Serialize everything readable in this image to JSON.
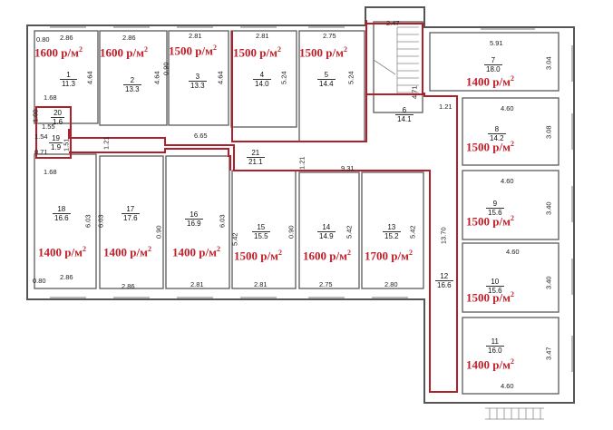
{
  "price_unit": "р/м",
  "price_unit_sup": "2",
  "rooms": [
    {
      "id": "r1",
      "number": "1",
      "area": "11.3",
      "price": "1600"
    },
    {
      "id": "r2",
      "number": "2",
      "area": "13.3",
      "price": "1600"
    },
    {
      "id": "r3",
      "number": "3",
      "area": "13.3",
      "price": "1500"
    },
    {
      "id": "r4",
      "number": "4",
      "area": "14.0",
      "price": "1500"
    },
    {
      "id": "r5",
      "number": "5",
      "area": "14.4",
      "price": "1500"
    },
    {
      "id": "r6",
      "number": "6",
      "area": "14.1",
      "price": ""
    },
    {
      "id": "r7",
      "number": "7",
      "area": "18.0",
      "price": "1400"
    },
    {
      "id": "r8",
      "number": "8",
      "area": "14.2",
      "price": "1500"
    },
    {
      "id": "r9",
      "number": "9",
      "area": "15.6",
      "price": "1500"
    },
    {
      "id": "r10",
      "number": "10",
      "area": "15.6",
      "price": "1500"
    },
    {
      "id": "r11",
      "number": "11",
      "area": "16.0",
      "price": "1400"
    },
    {
      "id": "r12",
      "number": "12",
      "area": "16.6",
      "price": ""
    },
    {
      "id": "r13",
      "number": "13",
      "area": "15.2",
      "price": "1700"
    },
    {
      "id": "r14",
      "number": "14",
      "area": "14.9",
      "price": "1600"
    },
    {
      "id": "r15",
      "number": "15",
      "area": "15.5",
      "price": "1500"
    },
    {
      "id": "r16",
      "number": "16",
      "area": "16.9",
      "price": "1400"
    },
    {
      "id": "r17",
      "number": "17",
      "area": "17.6",
      "price": "1400"
    },
    {
      "id": "r18",
      "number": "18",
      "area": "16.6",
      "price": "1400"
    },
    {
      "id": "r19",
      "number": "19",
      "area": "1.9",
      "price": ""
    },
    {
      "id": "r20",
      "number": "20",
      "area": "1.6",
      "price": ""
    },
    {
      "id": "r21",
      "number": "21",
      "area": "21.1",
      "price": ""
    }
  ],
  "dimensions": {
    "top_2_86a": "2.86",
    "top_2_86b": "2.86",
    "top_2_81a": "2.81",
    "top_2_81b": "2.81",
    "top_2_75": "2.75",
    "top_2_47": "2.47",
    "top_5_91": "5.91",
    "v_4_64a": "4.64",
    "v_4_64b": "4.64",
    "v_4_64c": "4.64",
    "v_5_24a": "5.24",
    "v_5_24b": "5.24",
    "v_0_90a": "0.90",
    "v_3_04": "3.04",
    "v_4_71": "4.71",
    "d_1_68a": "1.68",
    "d_1_68b": "1.68",
    "d_1_00": "1.00",
    "d_1_55": "1.55",
    "d_1_54": "1.54",
    "d_1_51": "1.51",
    "d_0_71": "0.71",
    "d_0_80": "0.80",
    "d_1_21a": "1.21",
    "d_6_65": "6.65",
    "d_1_21b": "1.21",
    "d_9_31": "9.31",
    "d_1_21c": "1.21",
    "d_4_60a": "4.60",
    "v_3_08": "3.08",
    "d_4_60b": "4.60",
    "v_3_40a": "3.40",
    "d_4_60c": "4.60",
    "v_3_40b": "3.40",
    "v_3_47": "3.47",
    "d_4_60d": "4.60",
    "v_13_70": "13.70",
    "v_6_03a": "6.03",
    "v_6_03b": "6.03",
    "v_0_90b": "0.90",
    "v_6_03c": "6.03",
    "v_5_42a": "5.42",
    "v_0_90c": "0.90",
    "v_5_42b": "5.42",
    "v_5_42c": "5.42",
    "b_2_86a": "2.86",
    "b_2_86b": "2.86",
    "b_2_81a": "2.81",
    "b_2_81b": "2.81",
    "b_2_75": "2.75",
    "b_2_80": "2.80",
    "d_0_80b": "0.80"
  }
}
